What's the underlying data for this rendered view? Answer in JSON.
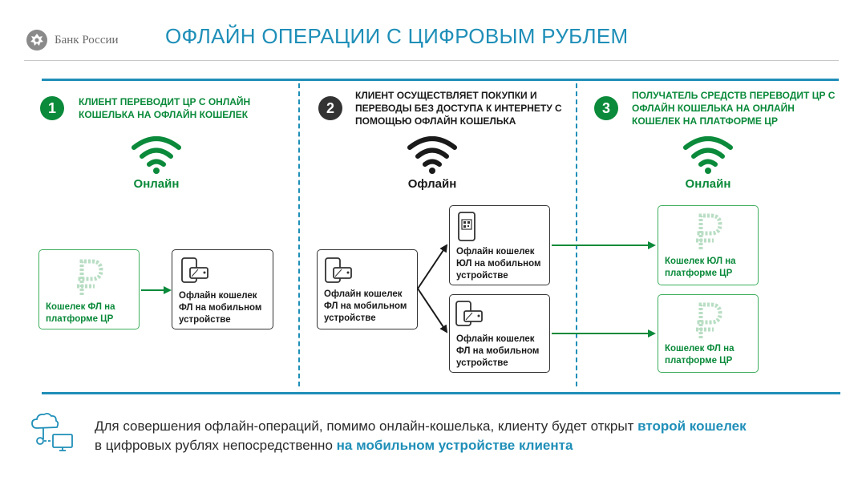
{
  "header": {
    "logo_text": "Банк России",
    "title": "ОФЛАЙН ОПЕРАЦИИ С ЦИФРОВЫМ РУБЛЕМ"
  },
  "steps": [
    {
      "number": "1",
      "text": "КЛИЕНТ ПЕРЕВОДИТ ЦР С ОНЛАЙН КОШЕЛЬКА НА ОФЛАЙН КОШЕЛЕК",
      "status": "Онлайн"
    },
    {
      "number": "2",
      "text": "КЛИЕНТ ОСУЩЕСТВЛЯЕТ ПОКУПКИ И ПЕРЕВОДЫ БЕЗ ДОСТУПА К ИНТЕРНЕТУ С ПОМОЩЬЮ ОФЛАЙН КОШЕЛЬКА",
      "status": "Офлайн"
    },
    {
      "number": "3",
      "text": "ПОЛУЧАТЕЛЬ СРЕДСТВ ПЕРЕВОДИТ ЦР С ОФЛАЙН КОШЕЛЬКА НА ОНЛАЙН КОШЕЛЕК НА ПЛАТФОРМЕ ЦР",
      "status": "Онлайн"
    }
  ],
  "boxes": {
    "fl_platform_1": "Кошелек ФЛ на платформе ЦР",
    "fl_offline_1": "Офлайн кошелек ФЛ на мобильном устройстве",
    "fl_offline_2": "Офлайн кошелек ФЛ на мобильном устройстве",
    "ul_offline": "Офлайн кошелек ЮЛ на мобильном устройстве",
    "fl_offline_3": "Офлайн кошелек ФЛ на мобильном устройстве",
    "ul_platform": "Кошелек ЮЛ на платформе ЦР",
    "fl_platform_2": "Кошелек ФЛ на платформе ЦР"
  },
  "footer": {
    "part1": "Для совершения офлайн-операций, помимо онлайн-кошелька, клиенту будет открыт ",
    "hl1": "второй кошелек",
    "part2": "в цифровых рублях непосредственно ",
    "hl2": "на мобильном устройстве клиента"
  },
  "colors": {
    "accent_blue": "#1f8fb8",
    "green": "#0a8a3a",
    "light_green": "#3fae5e",
    "dark": "#333333"
  },
  "icons": [
    "emblem-icon",
    "wifi-icon",
    "ruble-icon",
    "phone-wallet-icon",
    "phone-qr-icon",
    "cloud-computer-icon"
  ]
}
